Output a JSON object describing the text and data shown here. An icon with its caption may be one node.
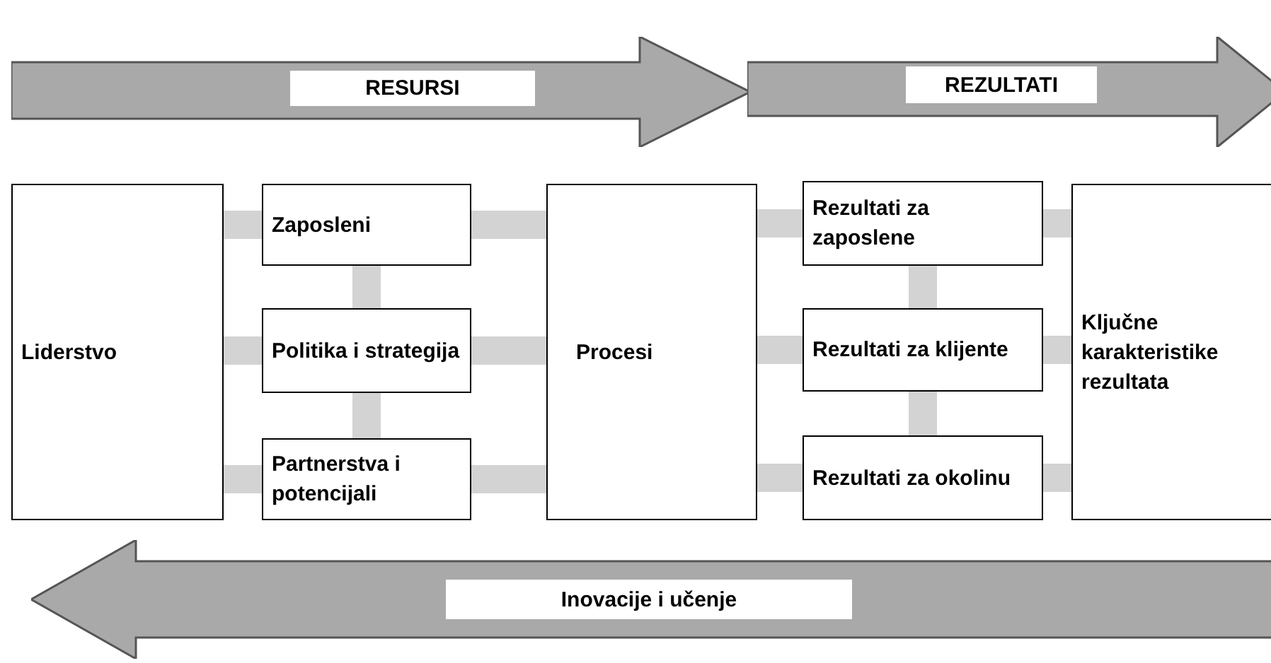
{
  "diagram": {
    "nodes": [
      {
        "text": [
          "RESURSI"
        ]
      },
      {
        "text": [
          "REZULTATI"
        ]
      },
      {
        "text": [
          "Liderstvo"
        ]
      },
      {
        "text": [
          "Zaposleni"
        ]
      },
      {
        "text": [
          "Politika i strategija"
        ]
      },
      {
        "text": [
          "Partnerstva i potencijali"
        ]
      },
      {
        "text": [
          "Procesi"
        ]
      },
      {
        "text": [
          "Rezultati za zaposlene"
        ]
      },
      {
        "text": [
          "Rezultati za klijente"
        ]
      },
      {
        "text": [
          "Rezultati za okolinu"
        ]
      },
      {
        "text": [
          "Ključne karakteristike rezultata"
        ]
      },
      {
        "text": [
          "Inovacije i učenje"
        ]
      }
    ],
    "edges": [
      {
        "from": 2,
        "to": 3,
        "arrow": "none"
      },
      {
        "from": 2,
        "to": 4,
        "arrow": "none"
      },
      {
        "from": 2,
        "to": 5,
        "arrow": "none"
      },
      {
        "from": 3,
        "to": 4,
        "arrow": "none"
      },
      {
        "from": 4,
        "to": 5,
        "arrow": "none"
      },
      {
        "from": 3,
        "to": 6,
        "arrow": "none"
      },
      {
        "from": 4,
        "to": 6,
        "arrow": "none"
      },
      {
        "from": 5,
        "to": 6,
        "arrow": "none"
      },
      {
        "from": 6,
        "to": 7,
        "arrow": "none"
      },
      {
        "from": 6,
        "to": 8,
        "arrow": "none"
      },
      {
        "from": 6,
        "to": 9,
        "arrow": "none"
      },
      {
        "from": 7,
        "to": 8,
        "arrow": "none"
      },
      {
        "from": 8,
        "to": 9,
        "arrow": "none"
      },
      {
        "from": 7,
        "to": 10,
        "arrow": "none"
      },
      {
        "from": 8,
        "to": 10,
        "arrow": "none"
      },
      {
        "from": 9,
        "to": 10,
        "arrow": "none"
      }
    ]
  }
}
